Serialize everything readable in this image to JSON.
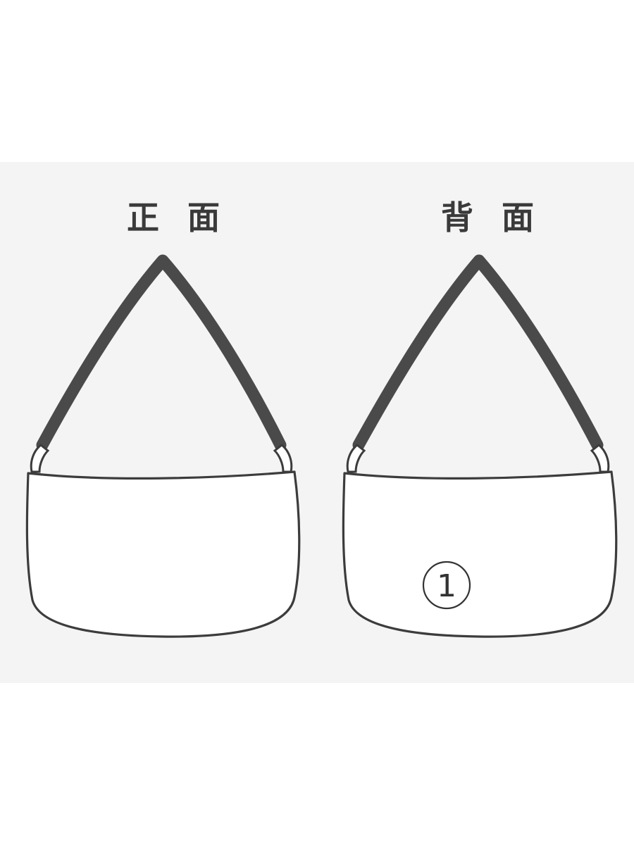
{
  "views": {
    "front": {
      "label": "正 面"
    },
    "back": {
      "label": "背 面",
      "marker": "1"
    }
  },
  "colors": {
    "background": "#ffffff",
    "panel": "#f4f4f4",
    "strap": "#4a4a4a",
    "outline": "#3c3c3c",
    "label": "#3a3a3a"
  },
  "icons": {
    "front": "shoulder-bag-front-icon",
    "back": "shoulder-bag-back-icon"
  }
}
